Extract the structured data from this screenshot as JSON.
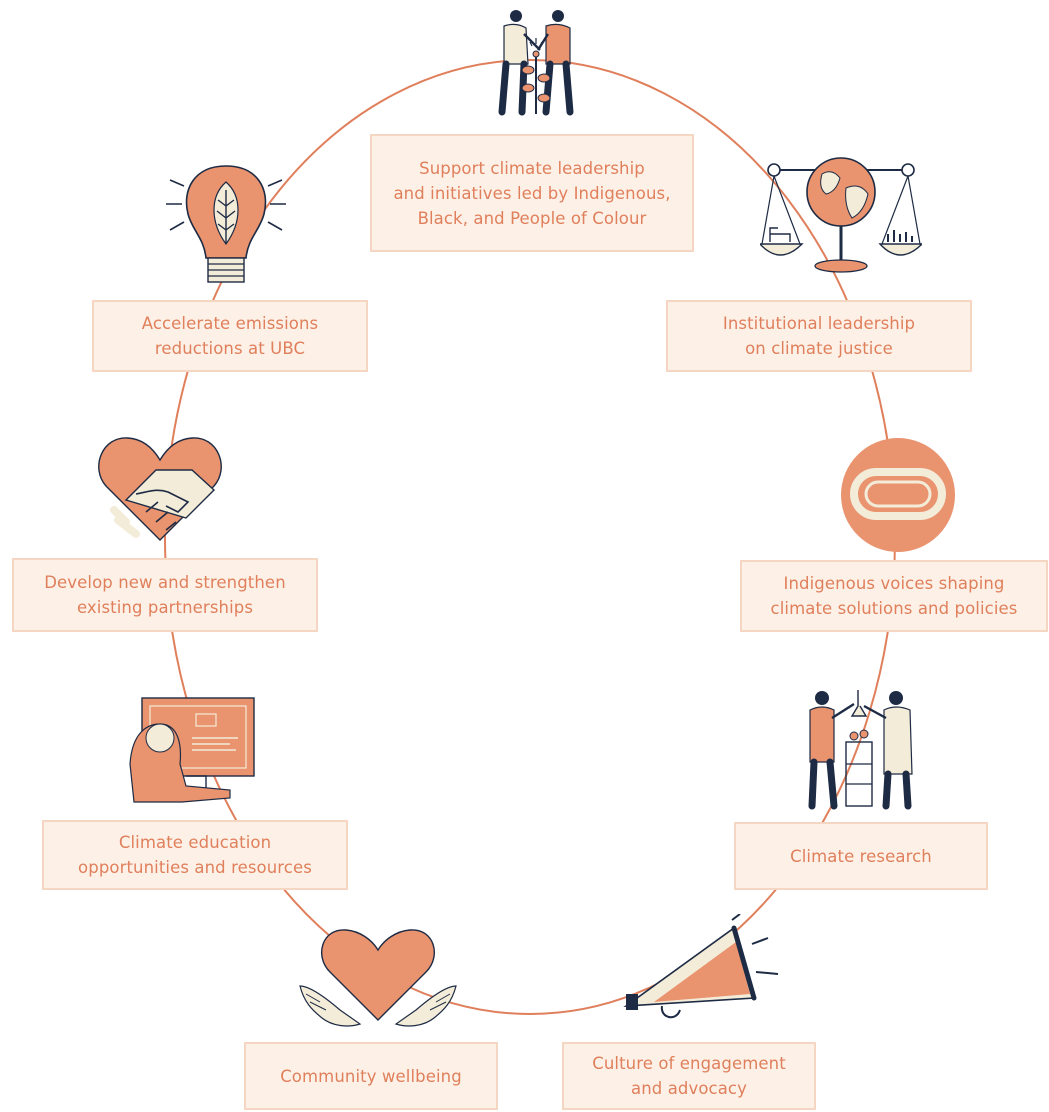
{
  "diagram": {
    "colors": {
      "accent": "#e9936f",
      "ring": "#e07f5b",
      "label_text": "#e07f5b",
      "box_fill": "#fdf1e7",
      "box_border": "#f4d6c3",
      "ink": "#1e2b44",
      "cream": "#f3ecd9"
    },
    "nodes": [
      {
        "id": "leadership-ibpoc",
        "icon": "people-planting-icon",
        "lines": [
          "Support climate leadership",
          "and initiatives led by Indigenous,",
          "Black, and People of Colour"
        ]
      },
      {
        "id": "climate-justice",
        "icon": "scales-globe-icon",
        "lines": [
          "Institutional leadership",
          "on climate justice"
        ]
      },
      {
        "id": "indigenous-voices",
        "icon": "indigenous-symbol-icon",
        "lines": [
          "Indigenous voices shaping",
          "climate solutions and policies"
        ]
      },
      {
        "id": "climate-research",
        "icon": "scientists-icon",
        "lines": [
          "Climate research"
        ]
      },
      {
        "id": "engagement",
        "icon": "megaphone-icon",
        "lines": [
          "Culture of engagement",
          "and advocacy"
        ]
      },
      {
        "id": "wellbeing",
        "icon": "heart-hands-icon",
        "lines": [
          "Community wellbeing"
        ]
      },
      {
        "id": "education",
        "icon": "student-computer-icon",
        "lines": [
          "Climate education",
          "opportunities and resources"
        ]
      },
      {
        "id": "partnerships",
        "icon": "handshake-heart-icon",
        "lines": [
          "Develop new and strengthen",
          "existing partnerships"
        ]
      },
      {
        "id": "emissions",
        "icon": "lightbulb-leaf-icon",
        "lines": [
          "Accelerate emissions",
          "reductions at UBC"
        ]
      }
    ]
  }
}
